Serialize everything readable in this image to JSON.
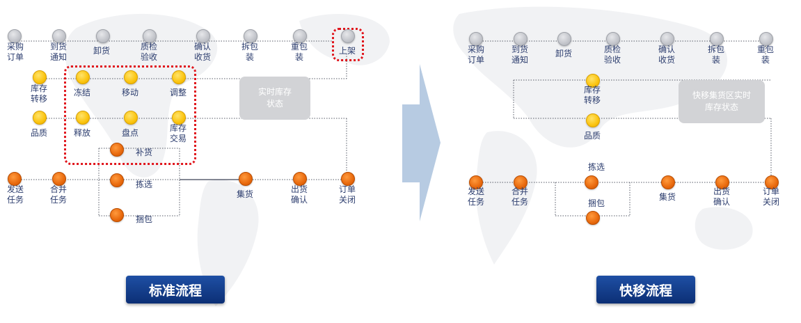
{
  "standard": {
    "title": "标准流程",
    "inventory_box": "实时库存\n状态",
    "top_row": [
      "采购\n订单",
      "到货\n通知",
      "卸货",
      "质检\n验收",
      "确认\n收货",
      "拆包\n装",
      "重包\n装",
      "上架"
    ],
    "left_column": [
      "库存\n转移",
      "品质"
    ],
    "grid": [
      "冻结",
      "移动",
      "调整",
      "释放",
      "盘点",
      "库存\n交易"
    ],
    "replenish": "补货",
    "bottom_row": [
      "发送\n任务",
      "合并\n任务",
      "拣选",
      "捆包",
      "集货",
      "出货\n确认",
      "订单\n关闭"
    ]
  },
  "quick": {
    "title": "快移流程",
    "inventory_box": "快移集货区实时\n库存状态",
    "top_row": [
      "采购\n订单",
      "到货\n通知",
      "卸货",
      "质检\n验收",
      "确认\n收货",
      "拆包\n装",
      "重包\n装"
    ],
    "middle": [
      "库存\n转移",
      "品质"
    ],
    "bottom_row": [
      "发送\n任务",
      "合并\n任务",
      "拣选",
      "捆包",
      "集货",
      "出货\n确认",
      "订单\n关闭"
    ]
  },
  "colors": {
    "gray_node": "#c2c4ca",
    "yellow_node": "#fbc40f",
    "orange_node": "#e8690d",
    "highlight_border": "#e0141b",
    "badge": "#16408e",
    "arrow": "#b7cbe2"
  }
}
